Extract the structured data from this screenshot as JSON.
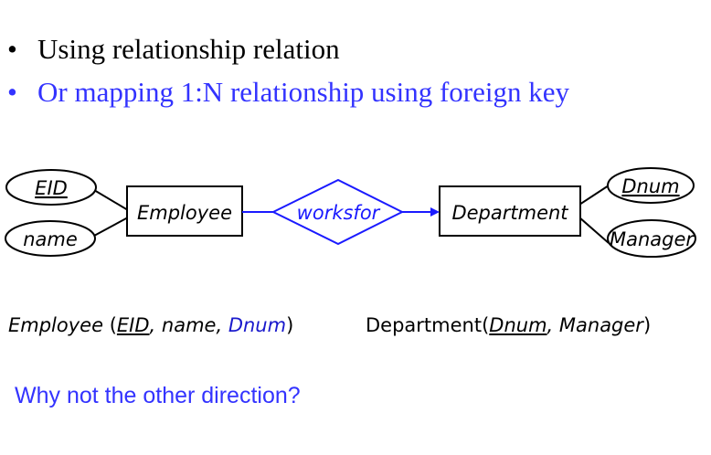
{
  "bullets": [
    {
      "text": "Using relationship relation",
      "color": "#000000"
    },
    {
      "text": "Or mapping 1:N relationship using foreign key",
      "color": "#3333ff"
    }
  ],
  "diagram": {
    "entities": [
      {
        "name": "Employee"
      },
      {
        "name": "Department"
      }
    ],
    "relationship": {
      "name": "worksfor"
    },
    "attributes": [
      {
        "name": "EID",
        "key": true,
        "entity": "Employee"
      },
      {
        "name": "name",
        "key": false,
        "entity": "Employee"
      },
      {
        "name": "Dnum",
        "key": true,
        "entity": "Department"
      },
      {
        "name": "Manager",
        "key": false,
        "entity": "Department"
      }
    ],
    "relationship_color": "#1a1aff"
  },
  "schemas": {
    "employee": {
      "name": "Employee",
      "open": " (",
      "key": "EID",
      "sep1": ", ",
      "attr": "name",
      "sep2": ", ",
      "fk": "Dnum",
      "close": ")"
    },
    "department": {
      "name": "Department",
      "open": "(",
      "key": "Dnum",
      "sep1": ", ",
      "attr": "Manager",
      "close": ")"
    }
  },
  "question": "Why not the other direction?"
}
